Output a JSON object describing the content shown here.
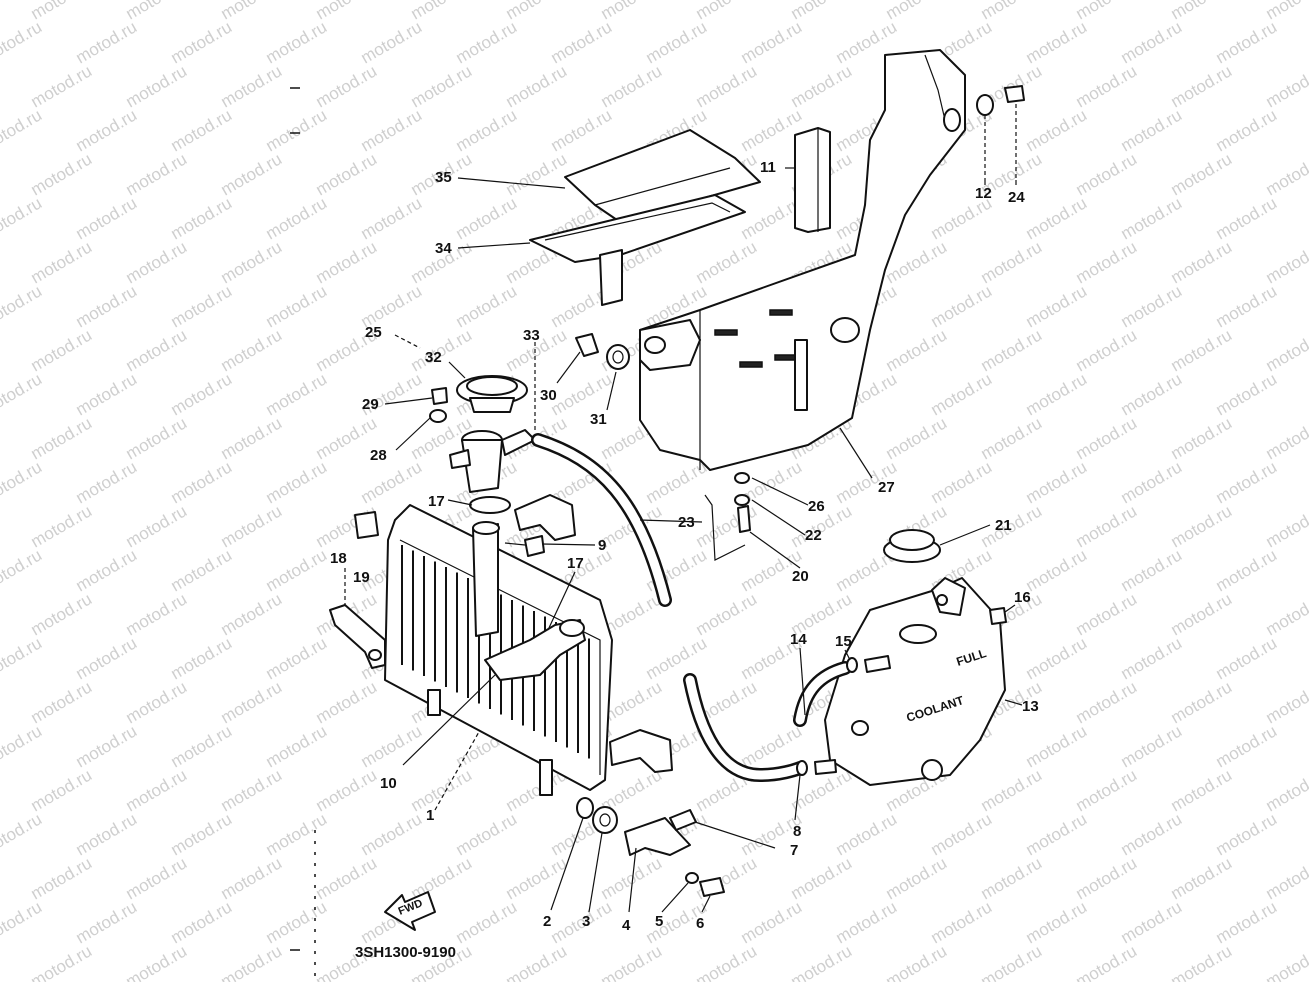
{
  "watermark": {
    "text": "motod.ru",
    "color": "#cfcfcf"
  },
  "diagram": {
    "code": "3SH1300-9190",
    "fwd_arrow_text": "FWD",
    "tank_text_full": "FULL",
    "tank_text_coolant": "COOLANT",
    "callouts": [
      {
        "id": "c1",
        "label": "1"
      },
      {
        "id": "c2",
        "label": "2"
      },
      {
        "id": "c3",
        "label": "3"
      },
      {
        "id": "c4",
        "label": "4"
      },
      {
        "id": "c5",
        "label": "5"
      },
      {
        "id": "c6",
        "label": "6"
      },
      {
        "id": "c7",
        "label": "7"
      },
      {
        "id": "c8",
        "label": "8"
      },
      {
        "id": "c9",
        "label": "9"
      },
      {
        "id": "c10",
        "label": "10"
      },
      {
        "id": "c11",
        "label": "11"
      },
      {
        "id": "c12",
        "label": "12"
      },
      {
        "id": "c13",
        "label": "13"
      },
      {
        "id": "c14",
        "label": "14"
      },
      {
        "id": "c15",
        "label": "15"
      },
      {
        "id": "c16",
        "label": "16"
      },
      {
        "id": "c17a",
        "label": "17"
      },
      {
        "id": "c17b",
        "label": "17"
      },
      {
        "id": "c18",
        "label": "18"
      },
      {
        "id": "c19",
        "label": "19"
      },
      {
        "id": "c20",
        "label": "20"
      },
      {
        "id": "c21",
        "label": "21"
      },
      {
        "id": "c22",
        "label": "22"
      },
      {
        "id": "c23",
        "label": "23"
      },
      {
        "id": "c24",
        "label": "24"
      },
      {
        "id": "c25",
        "label": "25"
      },
      {
        "id": "c26",
        "label": "26"
      },
      {
        "id": "c27",
        "label": "27"
      },
      {
        "id": "c28",
        "label": "28"
      },
      {
        "id": "c29",
        "label": "29"
      },
      {
        "id": "c30",
        "label": "30"
      },
      {
        "id": "c31",
        "label": "31"
      },
      {
        "id": "c32",
        "label": "32"
      },
      {
        "id": "c33",
        "label": "33"
      },
      {
        "id": "c34",
        "label": "34"
      },
      {
        "id": "c35",
        "label": "35"
      }
    ]
  }
}
